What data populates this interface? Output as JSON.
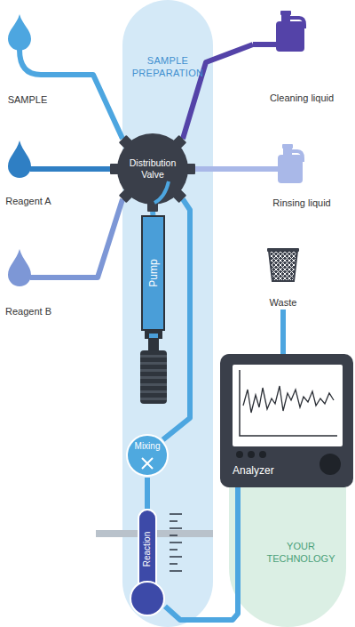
{
  "diagram": {
    "nodes": [
      {
        "text": [
          "SAMPLE PREPARATION"
        ]
      },
      {
        "text": [
          "SAMPLE"
        ]
      },
      {
        "text": [
          "Cleaning liquid"
        ]
      },
      {
        "text": [
          "Distribution Valve"
        ],
        "in": 0
      },
      {
        "text": [
          "Reagent A"
        ]
      },
      {
        "text": [
          "Rinsing liquid"
        ]
      },
      {
        "text": [
          "Reagent B"
        ]
      },
      {
        "text": [
          "Pump"
        ],
        "in": 0
      },
      {
        "text": [
          "Waste"
        ]
      },
      {
        "text": [
          "Analyzer"
        ]
      },
      {
        "text": [
          "Mixing"
        ],
        "in": 0
      },
      {
        "text": [
          "Reaction"
        ],
        "in": 0
      },
      {
        "text": [
          "YOUR TECHNOLOGY"
        ]
      }
    ],
    "edges": [
      {
        "from": 1,
        "to": 3,
        "arrow": "none"
      },
      {
        "from": 2,
        "to": 3,
        "arrow": "none"
      },
      {
        "from": 4,
        "to": 3,
        "arrow": "none"
      },
      {
        "from": 5,
        "to": 3,
        "arrow": "none"
      },
      {
        "from": 6,
        "to": 3,
        "arrow": "none"
      },
      {
        "from": 3,
        "to": 7,
        "arrow": "none"
      },
      {
        "from": 3,
        "to": 10,
        "arrow": "none"
      },
      {
        "from": 10,
        "to": 11,
        "arrow": "none"
      },
      {
        "from": 11,
        "to": 9,
        "arrow": "none"
      },
      {
        "from": 9,
        "to": 8,
        "arrow": "none"
      }
    ]
  }
}
